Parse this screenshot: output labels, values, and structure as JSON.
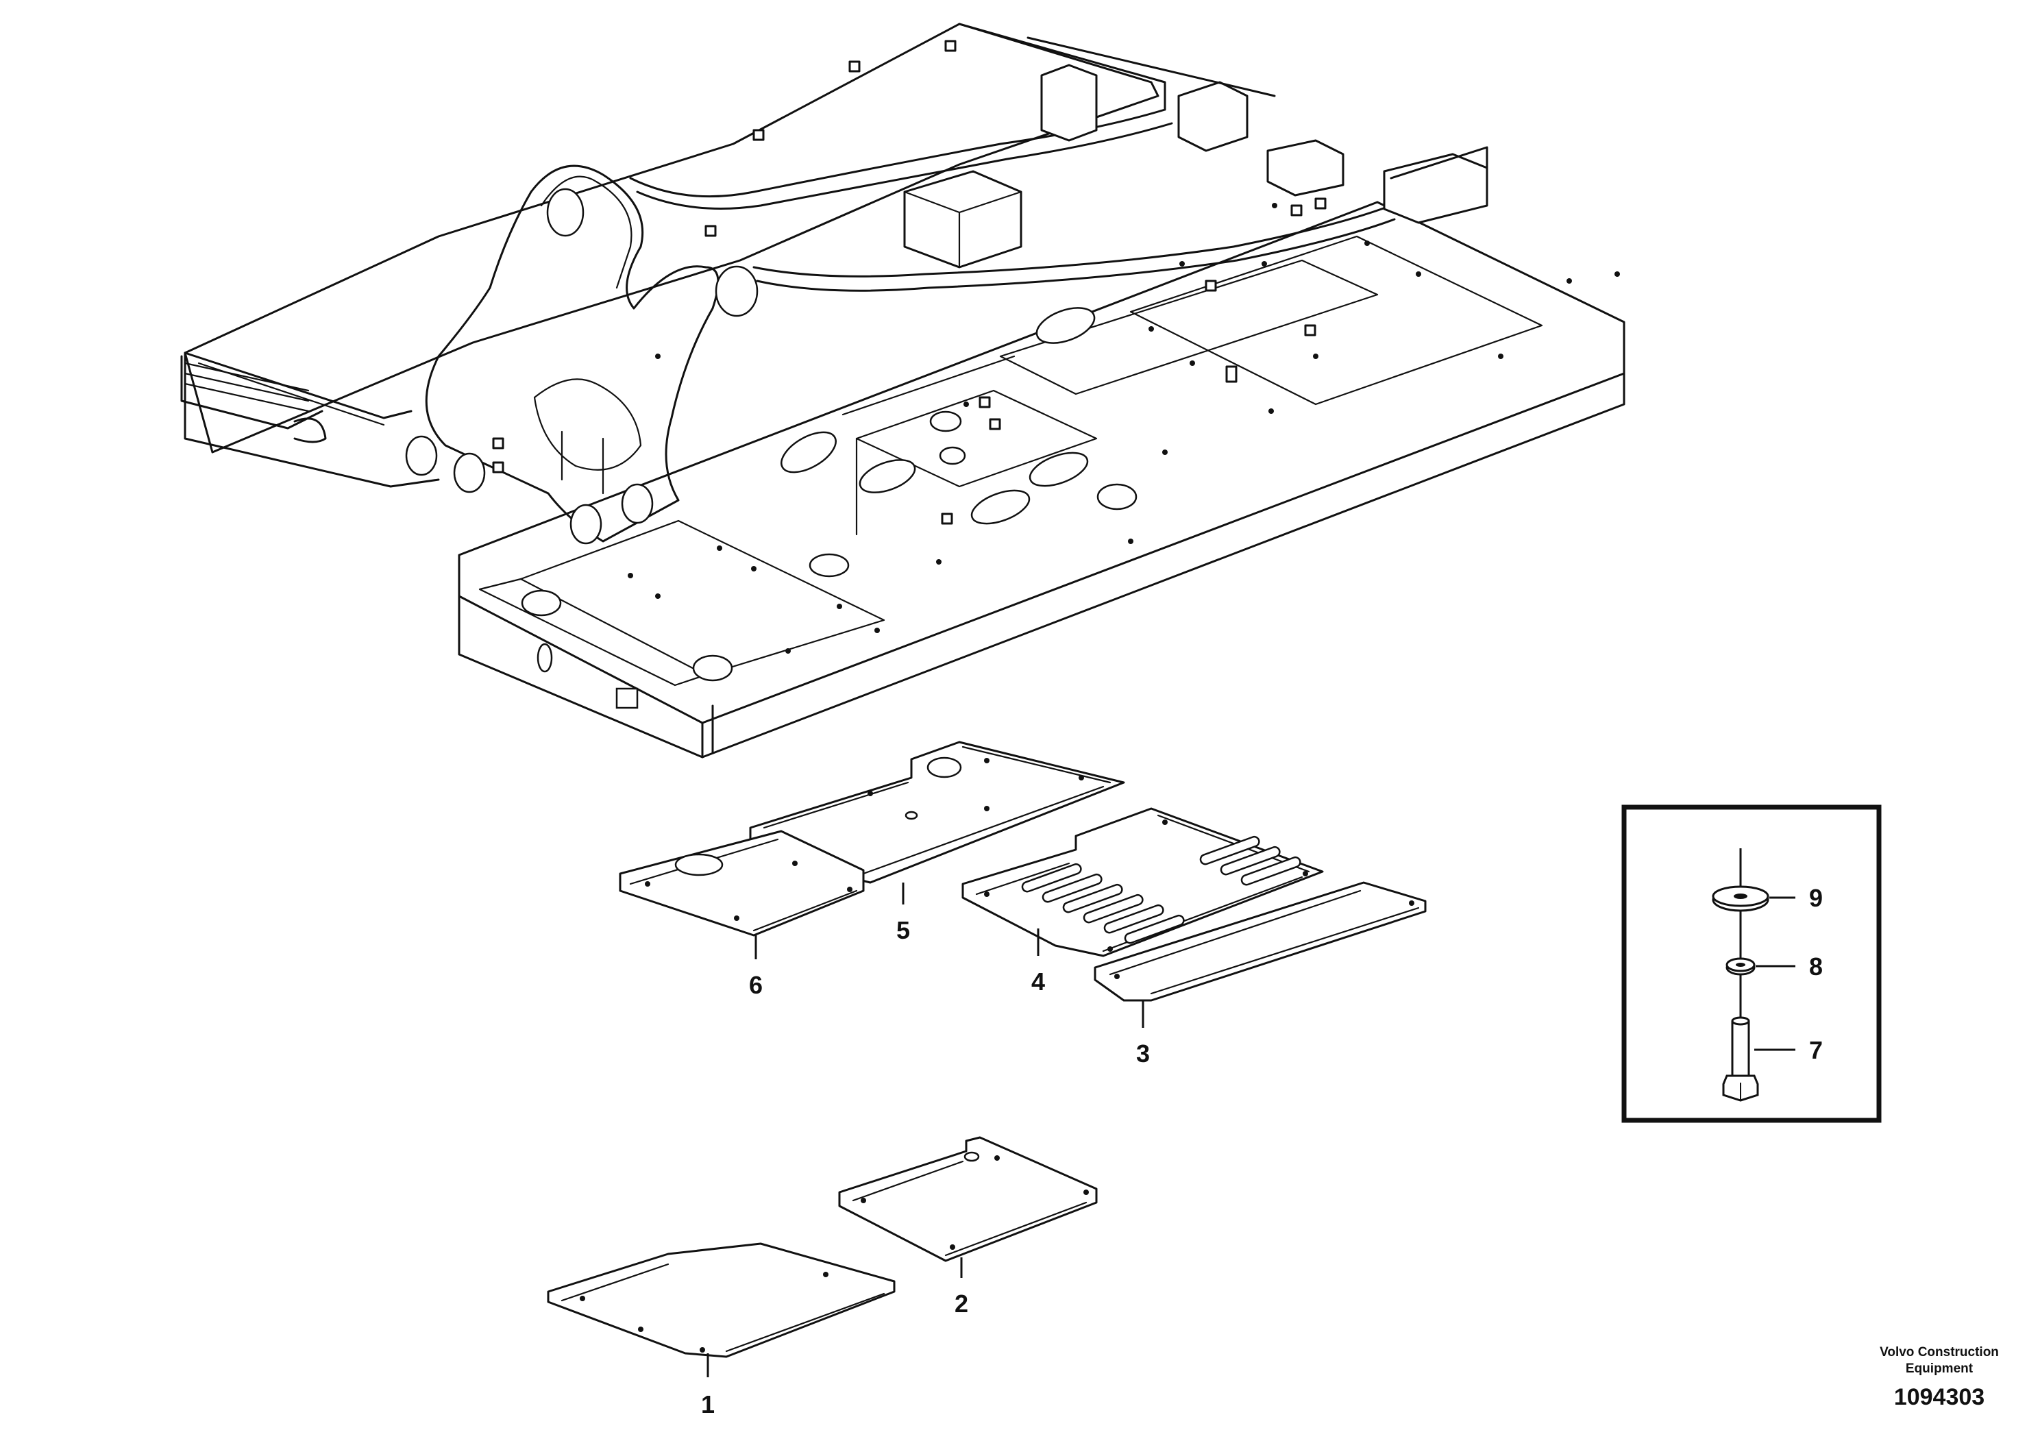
{
  "callouts": [
    {
      "id": "1",
      "label": "1"
    },
    {
      "id": "2",
      "label": "2"
    },
    {
      "id": "3",
      "label": "3"
    },
    {
      "id": "4",
      "label": "4"
    },
    {
      "id": "5",
      "label": "5"
    },
    {
      "id": "6",
      "label": "6"
    },
    {
      "id": "7",
      "label": "7"
    },
    {
      "id": "8",
      "label": "8"
    },
    {
      "id": "9",
      "label": "9"
    }
  ],
  "footer": {
    "brand_line1": "Volvo Construction",
    "brand_line2": "Equipment",
    "document_number": "1094303"
  }
}
